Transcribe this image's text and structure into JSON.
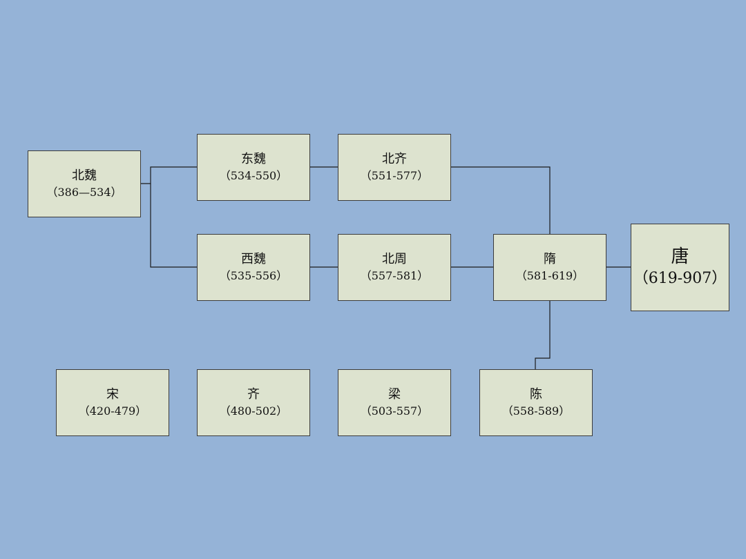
{
  "diagram": {
    "nodes": {
      "beiwei": {
        "name": "北魏",
        "years": "（386—534）"
      },
      "dongwei": {
        "name": "东魏",
        "years": "（534-550）"
      },
      "beiqi": {
        "name": "北齐",
        "years": "（551-577）"
      },
      "xiwei": {
        "name": "西魏",
        "years": "（535-556）"
      },
      "beizhou": {
        "name": "北周",
        "years": "（557-581）"
      },
      "sui": {
        "name": "隋",
        "years": "（581-619）"
      },
      "tang": {
        "name": "唐",
        "years": "（619-907）"
      },
      "song": {
        "name": "宋",
        "years": "（420-479）"
      },
      "qi": {
        "name": "齐",
        "years": "（480-502）"
      },
      "liang": {
        "name": "梁",
        "years": "（503-557）"
      },
      "chen": {
        "name": "陈",
        "years": "（558-589）"
      }
    },
    "edges": [
      {
        "from": "北魏",
        "to": "东魏"
      },
      {
        "from": "北魏",
        "to": "西魏"
      },
      {
        "from": "东魏",
        "to": "北齐"
      },
      {
        "from": "西魏",
        "to": "北周"
      },
      {
        "from": "北周",
        "to": "隋"
      },
      {
        "from": "北齐",
        "to": "隋"
      },
      {
        "from": "陈",
        "to": "隋"
      },
      {
        "from": "隋",
        "to": "唐"
      }
    ]
  }
}
